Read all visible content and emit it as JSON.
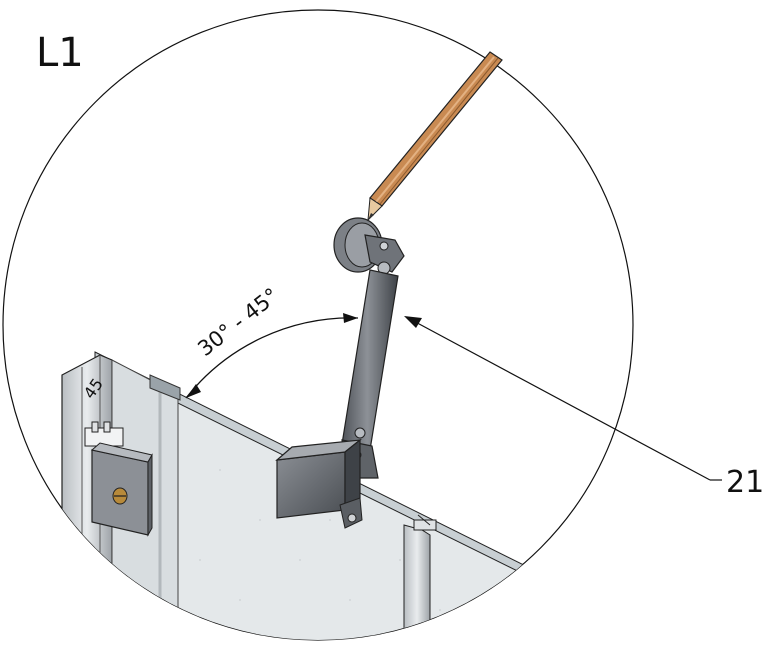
{
  "detail_label": "L1",
  "angle_label": "30° - 45°",
  "part_number": "21",
  "edge_label": "45",
  "colors": {
    "line": "#111111",
    "glass": "#e6eaec",
    "glass_dark": "#cfd5d8",
    "metal": "#7a7e84",
    "metal_dark": "#4f5359",
    "metal_light": "#a9adb3",
    "pencil_wood": "#c98a52",
    "pencil_wood_dark": "#8c5a2e",
    "brass": "#b88a3a"
  }
}
